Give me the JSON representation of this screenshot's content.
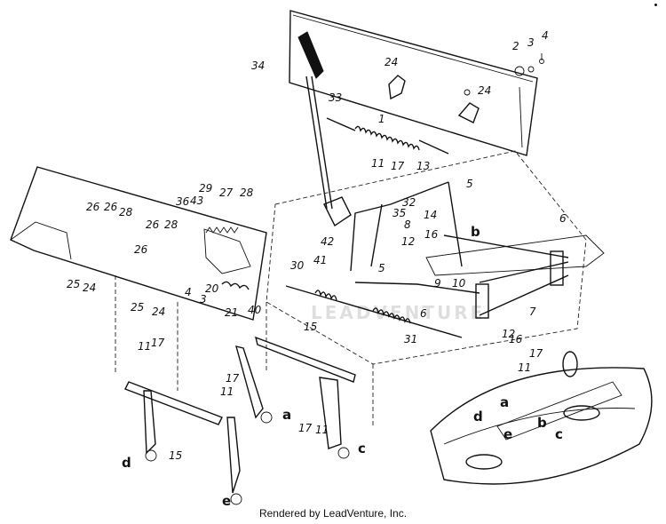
{
  "diagram": {
    "part_labels": [
      {
        "id": "p1",
        "text": "1"
      },
      {
        "id": "p2",
        "text": "2"
      },
      {
        "id": "p3",
        "text": "3"
      },
      {
        "id": "p3b",
        "text": "3"
      },
      {
        "id": "p4",
        "text": "4"
      },
      {
        "id": "p4b",
        "text": "4"
      },
      {
        "id": "p5",
        "text": "5"
      },
      {
        "id": "p5b",
        "text": "5"
      },
      {
        "id": "p6",
        "text": "6"
      },
      {
        "id": "p6b",
        "text": "6"
      },
      {
        "id": "p7",
        "text": "7"
      },
      {
        "id": "p8",
        "text": "8"
      },
      {
        "id": "p9",
        "text": "9"
      },
      {
        "id": "p10",
        "text": "10"
      },
      {
        "id": "p11a",
        "text": "11"
      },
      {
        "id": "p11b",
        "text": "11"
      },
      {
        "id": "p11c",
        "text": "11"
      },
      {
        "id": "p11d",
        "text": "11"
      },
      {
        "id": "p11e",
        "text": "11"
      },
      {
        "id": "p12",
        "text": "12"
      },
      {
        "id": "p12b",
        "text": "12"
      },
      {
        "id": "p13",
        "text": "13"
      },
      {
        "id": "p14",
        "text": "14"
      },
      {
        "id": "p15",
        "text": "15"
      },
      {
        "id": "p15b",
        "text": "15"
      },
      {
        "id": "p16",
        "text": "16"
      },
      {
        "id": "p16b",
        "text": "16"
      },
      {
        "id": "p17a",
        "text": "17"
      },
      {
        "id": "p17b",
        "text": "17"
      },
      {
        "id": "p17c",
        "text": "17"
      },
      {
        "id": "p17d",
        "text": "17"
      },
      {
        "id": "p17e",
        "text": "17"
      },
      {
        "id": "p20",
        "text": "20"
      },
      {
        "id": "p21",
        "text": "21"
      },
      {
        "id": "p24a",
        "text": "24"
      },
      {
        "id": "p24b",
        "text": "24"
      },
      {
        "id": "p24c",
        "text": "24"
      },
      {
        "id": "p24d",
        "text": "24"
      },
      {
        "id": "p25a",
        "text": "25"
      },
      {
        "id": "p25b",
        "text": "25"
      },
      {
        "id": "p26a",
        "text": "26"
      },
      {
        "id": "p26b",
        "text": "26"
      },
      {
        "id": "p26c",
        "text": "26"
      },
      {
        "id": "p26d",
        "text": "26"
      },
      {
        "id": "p27",
        "text": "27"
      },
      {
        "id": "p28a",
        "text": "28"
      },
      {
        "id": "p28b",
        "text": "28"
      },
      {
        "id": "p28c",
        "text": "28"
      },
      {
        "id": "p29",
        "text": "29"
      },
      {
        "id": "p30",
        "text": "30"
      },
      {
        "id": "p31",
        "text": "31"
      },
      {
        "id": "p32",
        "text": "32"
      },
      {
        "id": "p33",
        "text": "33"
      },
      {
        "id": "p34",
        "text": "34"
      },
      {
        "id": "p35",
        "text": "35"
      },
      {
        "id": "p36",
        "text": "36"
      },
      {
        "id": "p40",
        "text": "40"
      },
      {
        "id": "p41",
        "text": "41"
      },
      {
        "id": "p42",
        "text": "42"
      },
      {
        "id": "p43",
        "text": "43"
      }
    ],
    "letter_labels": [
      {
        "id": "la1",
        "text": "a"
      },
      {
        "id": "la2",
        "text": "a"
      },
      {
        "id": "lb1",
        "text": "b"
      },
      {
        "id": "lb2",
        "text": "b"
      },
      {
        "id": "lc1",
        "text": "c"
      },
      {
        "id": "lc2",
        "text": "c"
      },
      {
        "id": "ld1",
        "text": "d"
      },
      {
        "id": "ld2",
        "text": "d"
      },
      {
        "id": "le1",
        "text": "e"
      },
      {
        "id": "le2",
        "text": "e"
      }
    ],
    "watermark": "LEADVENTURE",
    "footer": "Rendered by LeadVenture, Inc."
  }
}
